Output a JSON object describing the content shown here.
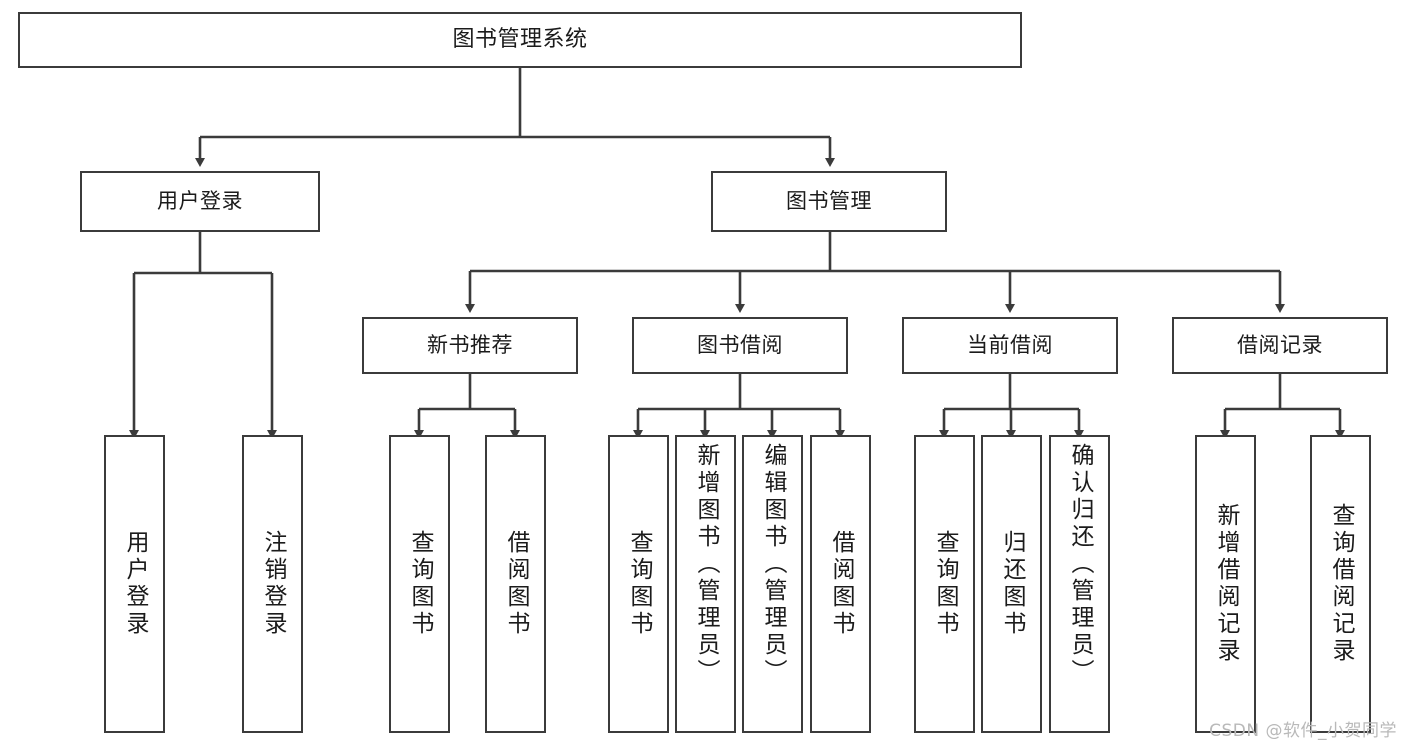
{
  "diagram": {
    "type": "tree",
    "title": "图书管理系统",
    "watermark": "CSDN @软件_小贺同学",
    "root": {
      "label": "图书管理系统"
    },
    "level2": [
      {
        "label": "用户登录"
      },
      {
        "label": "图书管理"
      }
    ],
    "level3": [
      {
        "label": "新书推荐"
      },
      {
        "label": "图书借阅"
      },
      {
        "label": "当前借阅"
      },
      {
        "label": "借阅记录"
      }
    ],
    "leaves": {
      "user_login": [
        {
          "label": "用户登录"
        },
        {
          "label": "注销登录"
        }
      ],
      "new_book": [
        {
          "label": "查询图书"
        },
        {
          "label": "借阅图书"
        }
      ],
      "book_borrow": [
        {
          "label": "查询图书"
        },
        {
          "label": "新增图书（管理员）"
        },
        {
          "label": "编辑图书（管理员）"
        },
        {
          "label": "借阅图书"
        }
      ],
      "current_borrow": [
        {
          "label": "查询图书"
        },
        {
          "label": "归还图书"
        },
        {
          "label": "确认归还（管理员）"
        }
      ],
      "borrow_record": [
        {
          "label": "新增借阅记录"
        },
        {
          "label": "查询借阅记录"
        }
      ]
    },
    "colors": {
      "stroke": "#3b3b3b",
      "text": "#1b1b1b",
      "background": "#ffffff",
      "watermark": "#b9b9b9"
    }
  }
}
